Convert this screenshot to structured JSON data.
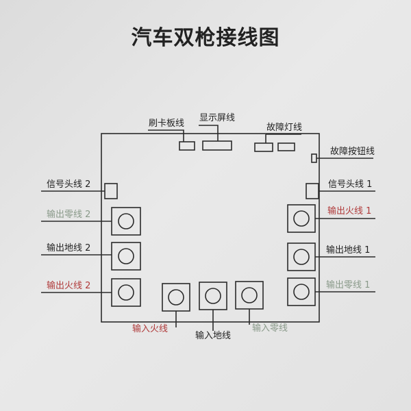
{
  "title": "汽车双枪接线图",
  "labels": {
    "card_line": "刷卡板线",
    "display_line": "显示屏线",
    "fault_light_line": "故障灯线",
    "fault_button_line": "故障按钮线",
    "signal_head_2": "信号头线 2",
    "signal_head_1": "信号头线 1",
    "out_neutral_2": "输出零线 2",
    "out_live_1": "输出火线 1",
    "out_ground_2": "输出地线 2",
    "out_ground_1": "输出地线 1",
    "out_live_2": "输出火线 2",
    "out_neutral_1": "输出零线 1",
    "in_live": "输入火线",
    "in_ground": "输入地线",
    "in_neutral": "输入零线"
  },
  "colors": {
    "line": "#2a2a2a",
    "live": "#b03a3a",
    "neutral": "#8a9a8a"
  }
}
